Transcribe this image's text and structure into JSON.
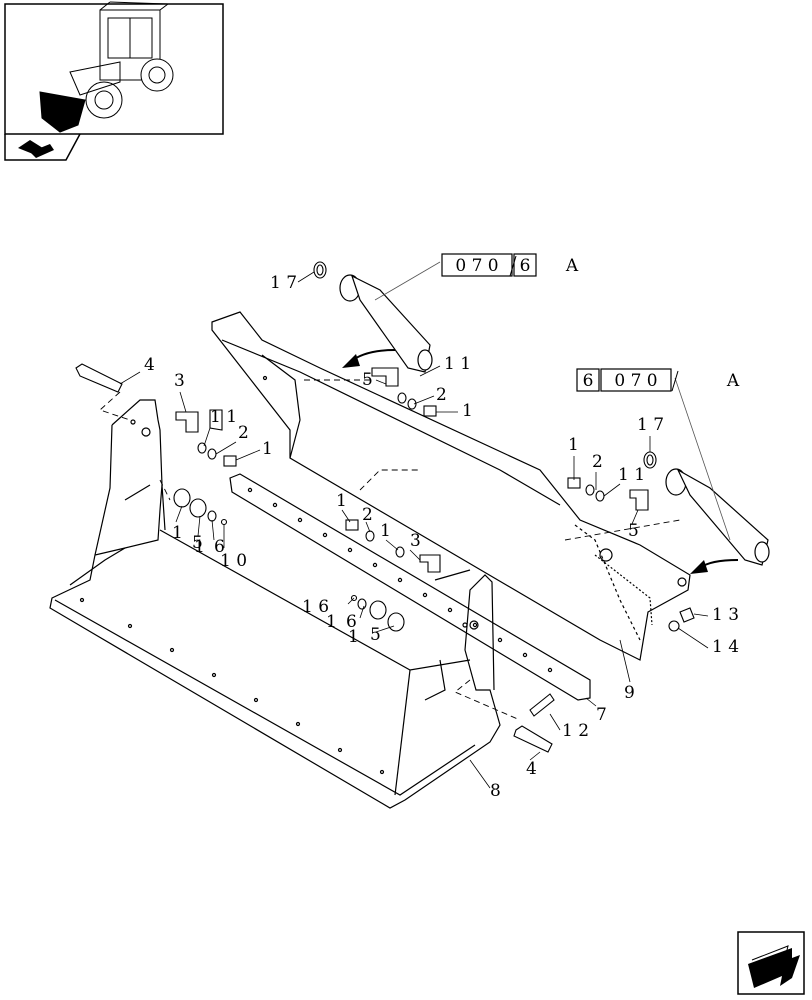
{
  "thumbnail": {
    "icon": "wheel-loader-thumbnail-icon",
    "tab_icon": "bucket-tab-icon"
  },
  "references": {
    "top": {
      "box1": "0 7 0",
      "box2": "6",
      "suffix": "A"
    },
    "right": {
      "box1": "6",
      "box2": "0 7 0",
      "suffix": "A"
    }
  },
  "callouts": {
    "c17a": "1 7",
    "c11a": "1 1",
    "c5a": "5",
    "c2a": "2",
    "c1a": "1",
    "c17b": "1 7",
    "c1b": "1",
    "c2b": "2",
    "c11b": "1 1",
    "c5b": "5",
    "c4a": "4",
    "c3": "3",
    "c11c": "1 1",
    "c2c": "2",
    "c1c": "1",
    "c1d": "1",
    "c5c": "5",
    "c1e": "1",
    "c6a": "6",
    "c10a": "1 0",
    "c1f": "1",
    "c2d": "2",
    "c1g": "1",
    "c3b": "3",
    "c16": "1 6",
    "c1h": "1",
    "c6b": "6",
    "c1i": "1",
    "c5d": "5",
    "c13": "1 3",
    "c14": "1 4",
    "c9": "9",
    "c7": "7",
    "c12": "1 2",
    "c4b": "4",
    "c8": "8"
  },
  "nav": {
    "next_icon": "next-page-arrow-icon"
  }
}
